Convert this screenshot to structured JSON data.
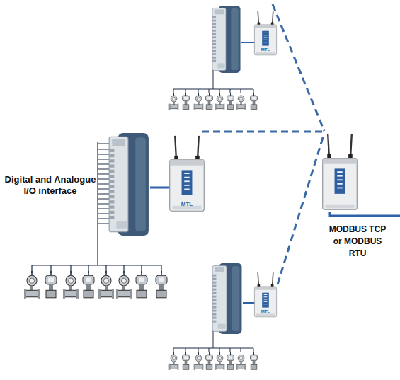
{
  "diagram": {
    "labels": [
      "Digital and Analogue I/O interface",
      "MODBUS TCP or MODBUS RTU",
      "MTL",
      "MTL",
      "MTL"
    ]
  }
}
